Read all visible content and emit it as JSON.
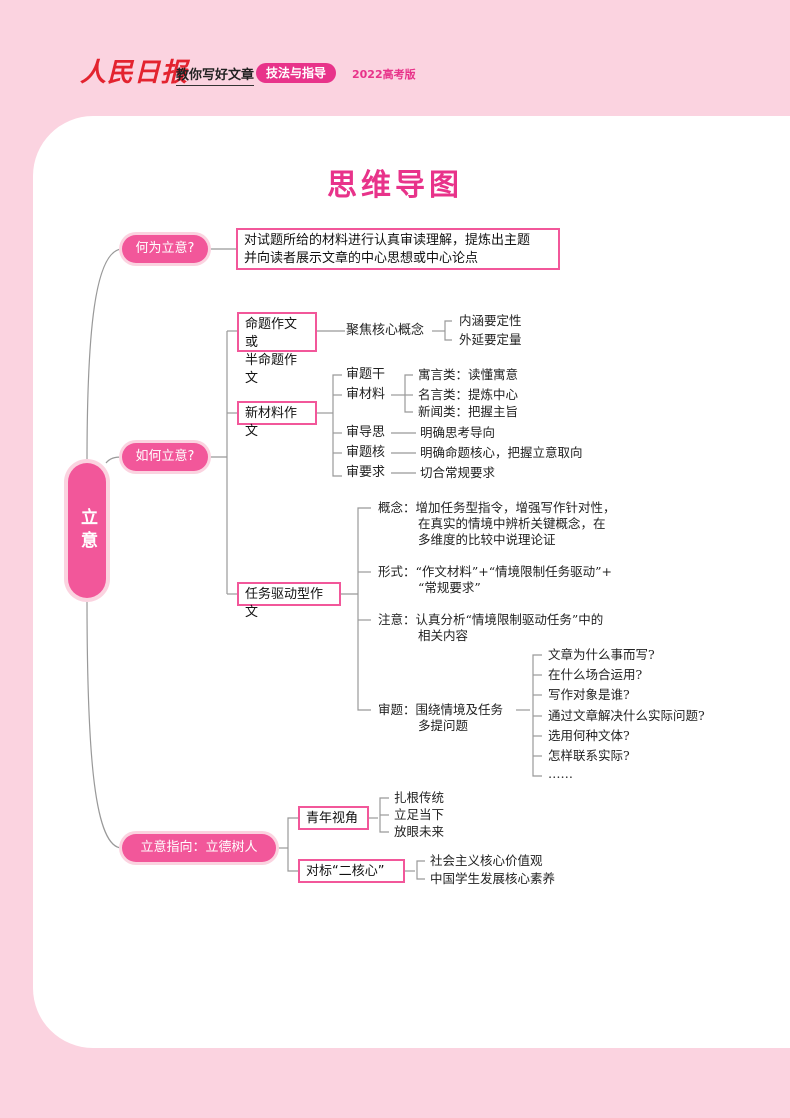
{
  "header": {
    "brand": "人民日报",
    "brand_sub": "教你写好文章",
    "tag": "技法与指导",
    "edition": "2022高考版"
  },
  "title": "思维导图",
  "root": "立意",
  "branches": {
    "what": {
      "label": "何为立意?",
      "definition_1": "对试题所给的材料进行认真审读理解，提炼出主题",
      "definition_2": "并向读者展示文章的中心思想或中心论点"
    },
    "how": {
      "label": "如何立意?",
      "mingti": {
        "label_1": "命题作文或",
        "label_2": "半命题作文",
        "focus": "聚焦核心概念",
        "focus_items": [
          "内涵要定性",
          "外延要定量"
        ]
      },
      "xincailiao": {
        "label": "新材料作文",
        "shentigan": "审题干",
        "shencailiao": "审材料",
        "cailiao_items": [
          "寓言类：读懂寓意",
          "名言类：提炼中心",
          "新闻类：把握主旨"
        ],
        "shendaosi": "审导思",
        "daosi_item": "明确思考导向",
        "shentihe": "审题核",
        "tihe_item": "明确命题核心，把握立意取向",
        "shenyaoqiu": "审要求",
        "yaoqiu_item": "切合常规要求"
      },
      "renwu": {
        "label": "任务驱动型作文",
        "concept_1": "概念：增加任务型指令，增强写作针对性，",
        "concept_2": "在真实的情境中辨析关键概念，在",
        "concept_3": "多维度的比较中说理论证",
        "form_1": "形式：“作文材料”+“情境限制任务驱动”+",
        "form_2": "“常规要求”",
        "note_1": "注意：认真分析“情境限制驱动任务”中的",
        "note_2": "相关内容",
        "review_1": "审题：围绕情境及任务",
        "review_2": "多提问题",
        "questions": [
          "文章为什么事而写?",
          "在什么场合运用?",
          "写作对象是谁?",
          "通过文章解决什么实际问题?",
          "选用何种文体?",
          "怎样联系实际?",
          "……"
        ]
      }
    },
    "direction": {
      "label": "立意指向：立德树人",
      "youth": {
        "label": "青年视角",
        "items": [
          "扎根传统",
          "立足当下",
          "放眼未来"
        ]
      },
      "core": {
        "label": "对标“二核心”",
        "items": [
          "社会主义核心价值观",
          "中国学生发展核心素养"
        ]
      }
    }
  }
}
